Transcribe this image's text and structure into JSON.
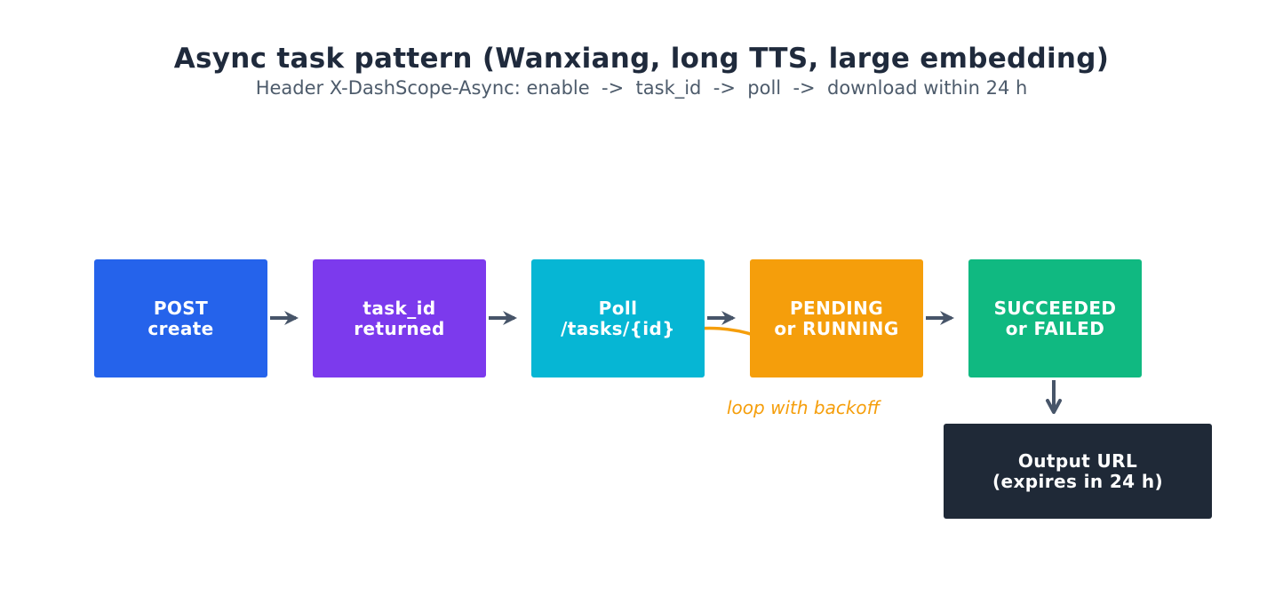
{
  "title": "Async task pattern (Wanxiang, long TTS, large embedding)",
  "subtitle": "Header X-DashScope-Async: enable  ->  task_id  ->  poll  ->  download within 24 h",
  "flow": {
    "nodes": [
      {
        "id": "post-create",
        "line1": "POST",
        "line2": "create",
        "color": "#2563eb"
      },
      {
        "id": "task-id-returned",
        "line1": "task_id",
        "line2": "returned",
        "color": "#7c3aed"
      },
      {
        "id": "poll-tasks",
        "line1": "Poll",
        "line2": "/tasks/{id}",
        "color": "#06b6d4"
      },
      {
        "id": "pending-running",
        "line1": "PENDING",
        "line2": "or RUNNING",
        "color": "#f59e0b"
      },
      {
        "id": "succeeded-failed",
        "line1": "SUCCEEDED",
        "line2": "or FAILED",
        "color": "#10b981"
      }
    ],
    "output_node": {
      "id": "output-url",
      "line1": "Output URL",
      "line2": "(expires in 24 h)",
      "color": "#1f2937"
    },
    "loop_label": "loop with backoff"
  },
  "colors": {
    "background": "#ffffff",
    "title_text": "#1f2a3c",
    "subtitle_text": "#4d5b6b",
    "arrow": "#475569",
    "loop_accent": "#f59e0b",
    "node_text": "#ffffff"
  }
}
